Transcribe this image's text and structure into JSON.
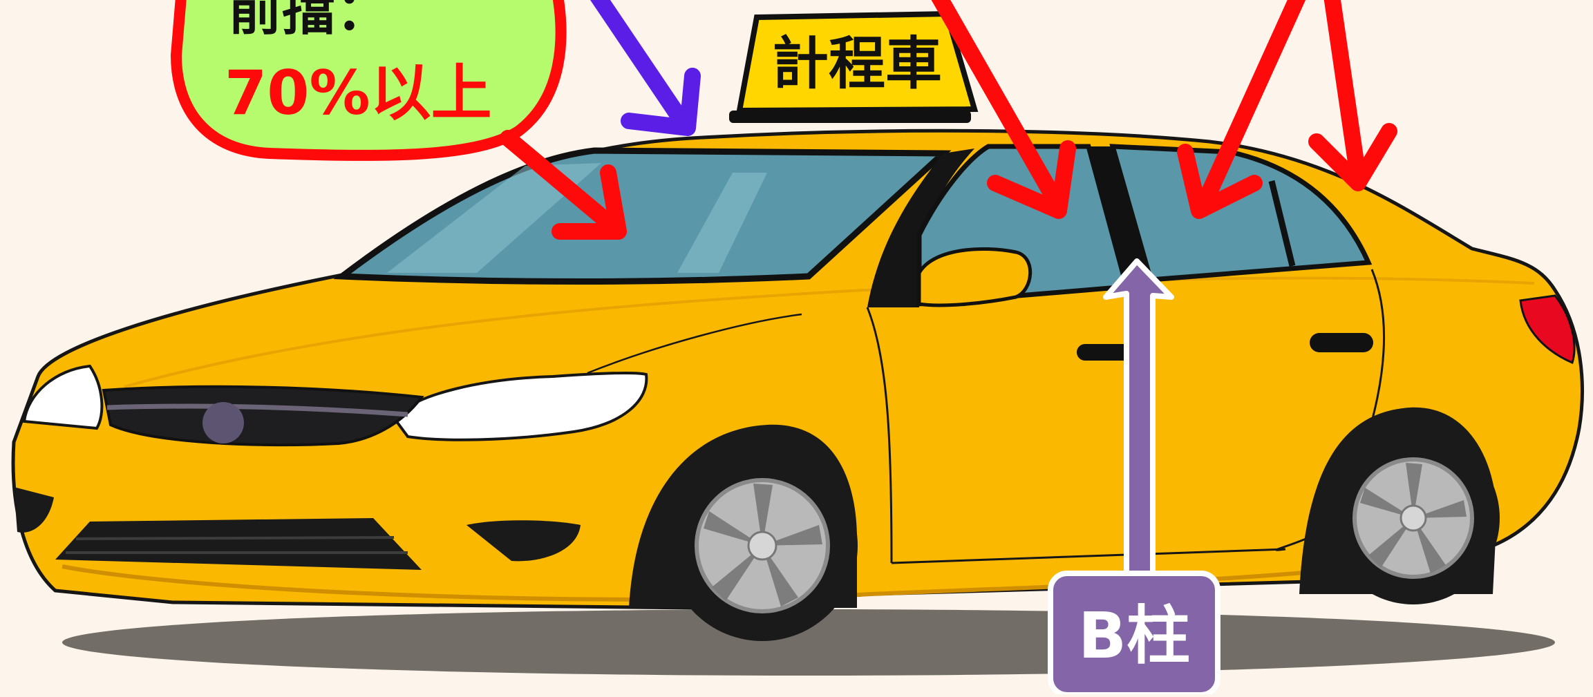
{
  "front_tint_callout": {
    "line1": "前擋：",
    "line2": "70%以上"
  },
  "roof_sign": {
    "text": "計程車"
  },
  "pillar_label": {
    "text": "B柱"
  },
  "colors": {
    "background": "#fdf4ec",
    "car_body": "#fbb800",
    "window_glass": "#5a97a8",
    "callout_fill": "#b6fb6e",
    "arrow_red": "#ff0a0a",
    "arrow_blue": "#5a1ee6",
    "pillar_purple": "#8466a8"
  }
}
